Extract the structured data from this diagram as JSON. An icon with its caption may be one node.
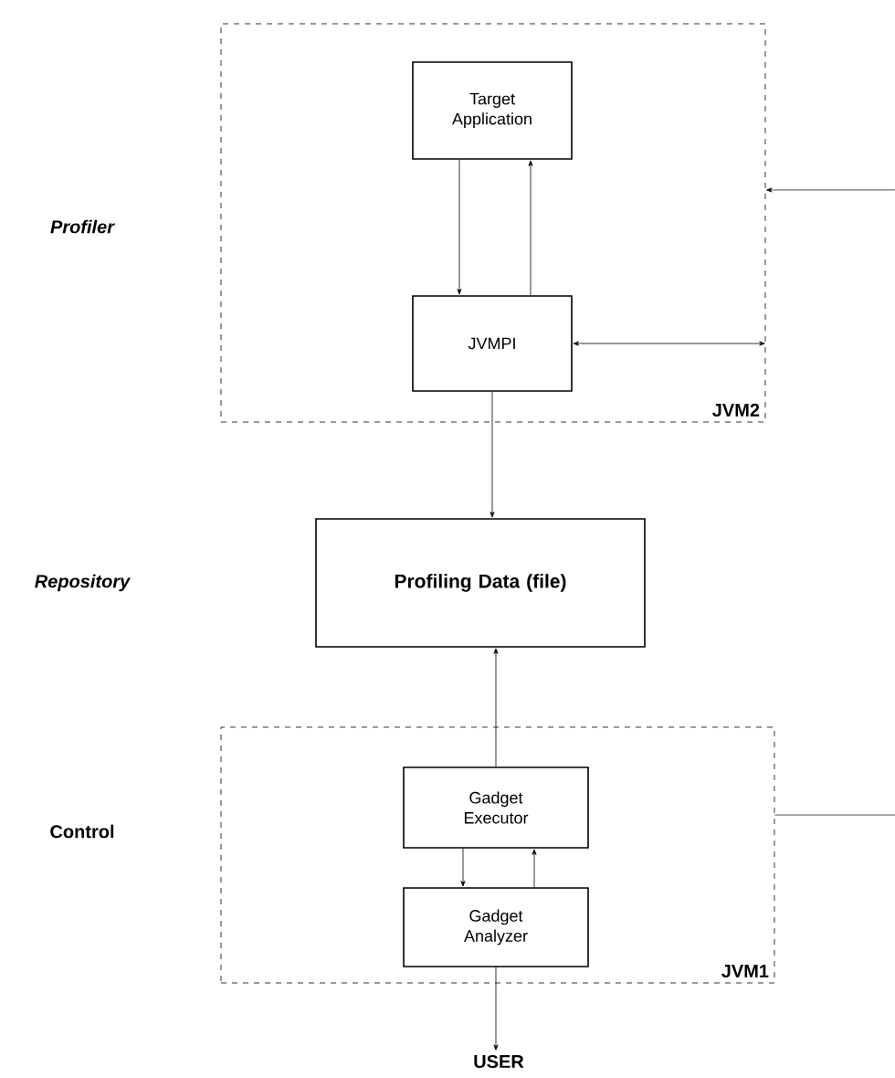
{
  "diagram": {
    "nodes": [
      {
        "text": [
          "JVM2"
        ]
      },
      {
        "text": [
          "Target Application"
        ],
        "in": 0
      },
      {
        "text": [
          "JVMPI"
        ],
        "in": 0
      },
      {
        "text": [
          "Profiling Data (file)"
        ]
      },
      {
        "text": [
          "JVM1"
        ]
      },
      {
        "text": [
          "Gadget Executor"
        ],
        "in": 4
      },
      {
        "text": [
          "Gadget Analyzer"
        ],
        "in": 4
      },
      {
        "text": [
          "USER"
        ]
      }
    ],
    "edges": [
      {
        "from": 1,
        "to": 2,
        "arrow": "to"
      },
      {
        "from": 2,
        "to": 1,
        "arrow": "to"
      },
      {
        "from": 2,
        "to": 0,
        "arrow": "both"
      },
      {
        "from": 2,
        "to": 3,
        "arrow": "to"
      },
      {
        "from": 5,
        "to": 3,
        "arrow": "to"
      },
      {
        "from": 5,
        "to": 6,
        "arrow": "to"
      },
      {
        "from": 6,
        "to": 5,
        "arrow": "to"
      },
      {
        "from": 6,
        "to": 7,
        "arrow": "to"
      },
      {
        "from": null,
        "to": 0,
        "arrow": "to"
      },
      {
        "from": 4,
        "to": null,
        "arrow": "none"
      }
    ],
    "labels": [
      "Profiler",
      "Repository",
      "Control"
    ]
  }
}
